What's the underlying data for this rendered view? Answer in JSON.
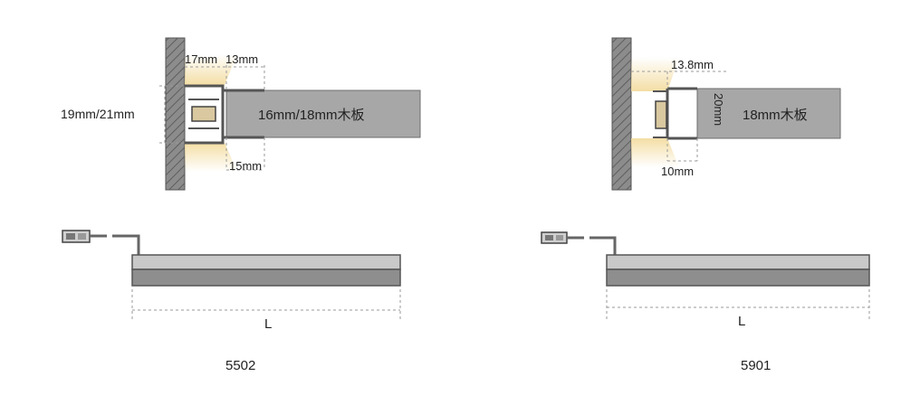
{
  "diagram_5502": {
    "label_gap_top": "17mm",
    "label_depth_top": "13mm",
    "label_height": "19mm/21mm",
    "label_board": "16mm/18mm木板",
    "label_depth_bottom": "15mm",
    "label_length": "L",
    "model": "5502"
  },
  "diagram_5901": {
    "label_depth_top": "13.8mm",
    "label_height": "20mm",
    "label_board": "18mm木板",
    "label_depth_bottom": "10mm",
    "label_length": "L",
    "model": "5901"
  },
  "colors": {
    "wall": "#8c8c8c",
    "board": "#a7a7a7",
    "profile": "#555555",
    "glow": "#f3dca0",
    "bar_top": "#c9c9c9",
    "bar_bottom": "#8e8e8e"
  }
}
